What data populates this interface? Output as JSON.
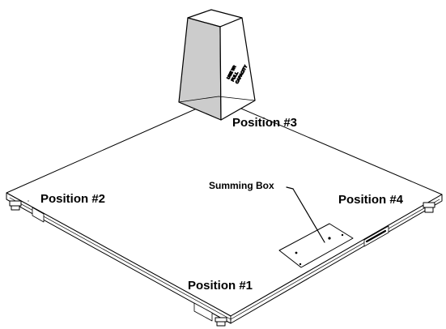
{
  "positions": {
    "p1": "Position #1",
    "p2": "Position #2",
    "p3": "Position #3",
    "p4": "Position #4"
  },
  "summing_box_label": "Summing Box",
  "test_weight": {
    "lines": [
      "USE Wt",
      "FULL",
      "CAPACITY"
    ]
  },
  "colors": {
    "line": "#000000",
    "surface": "#ffffff",
    "shadow": "#cccccc"
  }
}
